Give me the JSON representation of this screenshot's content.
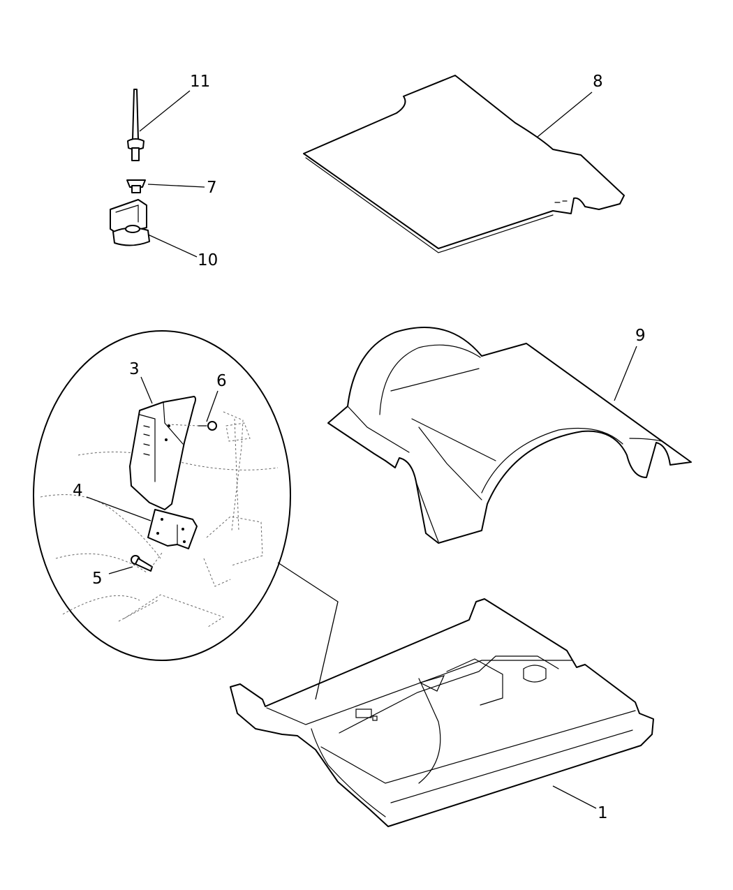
{
  "callouts": [
    {
      "id": "1",
      "label": "1"
    },
    {
      "id": "3",
      "label": "3"
    },
    {
      "id": "4",
      "label": "4"
    },
    {
      "id": "5",
      "label": "5"
    },
    {
      "id": "6",
      "label": "6"
    },
    {
      "id": "7",
      "label": "7"
    },
    {
      "id": "8",
      "label": "8"
    },
    {
      "id": "9",
      "label": "9"
    },
    {
      "id": "10",
      "label": "10"
    },
    {
      "id": "11",
      "label": "11"
    }
  ]
}
